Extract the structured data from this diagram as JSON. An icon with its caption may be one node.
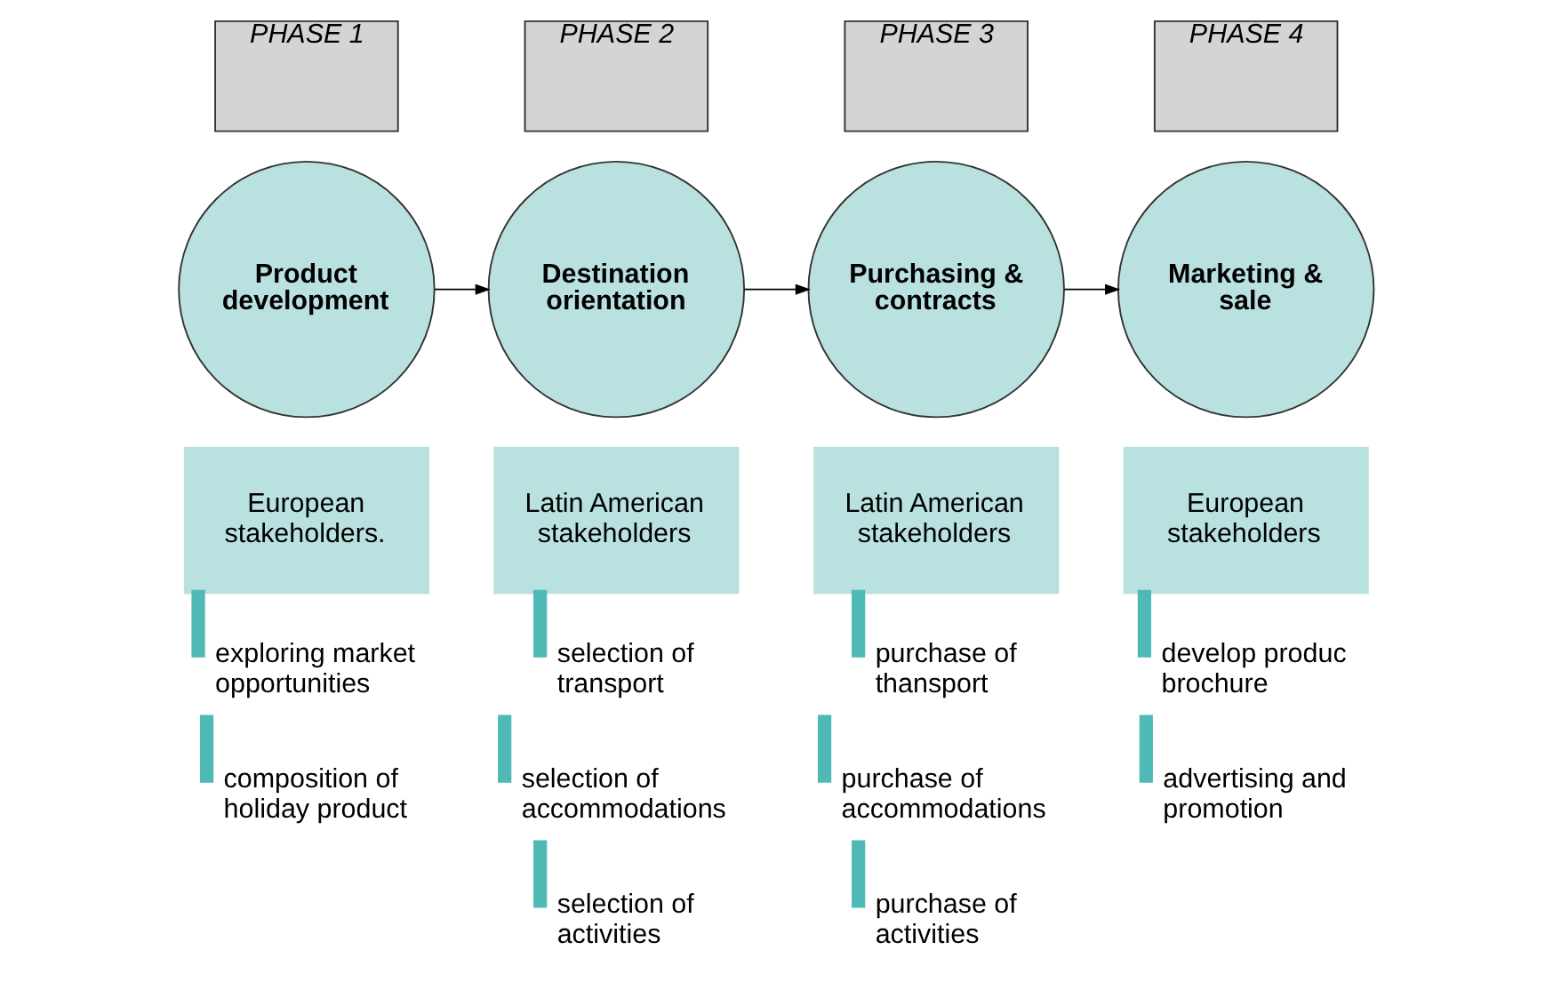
{
  "diagram": {
    "nodes": [
      {
        "text": [
          "PHASE 1"
        ]
      },
      {
        "text": [
          "Product development"
        ]
      },
      {
        "text": [
          "PHASE 2"
        ]
      },
      {
        "text": [
          "Destination orientation"
        ]
      },
      {
        "text": [
          "PHASE 3"
        ]
      },
      {
        "text": [
          "Purchasing & contracts"
        ]
      },
      {
        "text": [
          "PHASE 4"
        ]
      },
      {
        "text": [
          "Marketing & sale"
        ]
      },
      {
        "text": [
          "European stakeholders."
        ],
        "beside": [
          "exploring market opportunities",
          "composition of holiday product"
        ]
      },
      {
        "text": [
          "Latin American stakeholders"
        ],
        "beside": [
          "selection of transport",
          "selection of accommodations",
          "selection of activities"
        ]
      },
      {
        "text": [
          "Latin American stakeholders"
        ],
        "beside": [
          "purchase of thansport",
          "purchase of accommodations",
          "purchase of activities"
        ]
      },
      {
        "text": [
          "European stakeholders"
        ],
        "beside": [
          "develop produc brochure",
          "advertising and promotion"
        ]
      }
    ],
    "edges": [
      {
        "from": 1,
        "to": 3,
        "arrow": "to"
      },
      {
        "from": 3,
        "to": 5,
        "arrow": "to"
      },
      {
        "from": 5,
        "to": 7,
        "arrow": "to"
      }
    ]
  }
}
